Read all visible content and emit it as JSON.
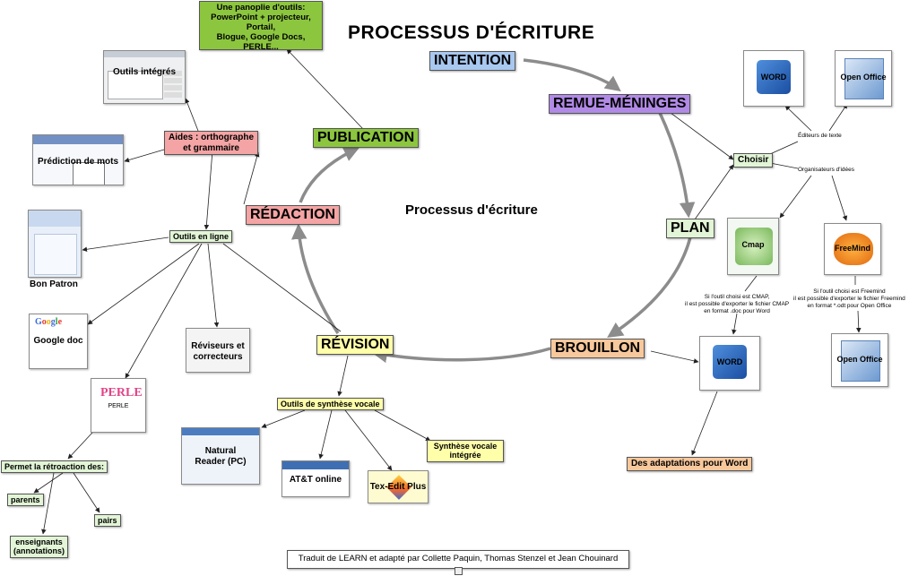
{
  "title": "PROCESSUS D'ÉCRITURE",
  "center_label": "Processus d'écriture",
  "colors": {
    "intention": "#a8c8f0",
    "remue": "#b18ae6",
    "plan": "#e2f5d6",
    "brouillon": "#f7c89c",
    "revision": "#ffffaa",
    "redaction": "#f4a4a4",
    "publication": "#8cc63f",
    "arrow_gray": "#8c8c8c",
    "line": "#222222"
  },
  "stages": {
    "intention": "INTENTION",
    "remue": "REMUE-MÉNINGES",
    "plan": "PLAN",
    "brouillon": "BROUILLON",
    "revision": "RÉVISION",
    "redaction": "RÉDACTION",
    "publication": "PUBLICATION"
  },
  "publication_tools": "Une panoplie d'outils:\nPowerPoint + projecteur,\nPortail,\nBlogue, Google Docs,\nPERLE...",
  "plan_branch": {
    "choisir": "Choisir",
    "editeurs": "Éditeurs de texte",
    "organisateurs": "Organisateurs d'idées",
    "word": "WORD",
    "open_office": "Open Office",
    "cmap": "Cmap",
    "freemind": "FreeMind",
    "note_cmap": "Si l'outil choisi est CMAP,\nil est possible d'exporter le fichier CMAP\nen format .doc pour Word",
    "note_freemind": "Si l'outil choisi est Freemind\nil est possible d'exporter le fichier Freemind\nen format *.odt pour Open Office",
    "word2": "WORD",
    "open_office2": "Open Office"
  },
  "brouillon_branch": {
    "word": "WORD",
    "adaptations": "Des adaptations pour Word"
  },
  "redaction_branch": {
    "aides": "Aides : orthographe\net grammaire",
    "outils_integres": "Outils intégrés",
    "prediction": "Prédiction de mots",
    "outils_en_ligne": "Outils en ligne",
    "bon_patron": "Bon Patron",
    "google_doc": "Google doc",
    "reviseurs": "Réviseurs et\ncorrecteurs",
    "perle": "PERLE",
    "retroaction": "Permet la rétroaction des:",
    "parents": "parents",
    "pairs": "pairs",
    "enseignants": "enseignants\n(annotations)"
  },
  "revision_branch": {
    "synthese": "Outils de synthèse vocale",
    "natural_reader": "Natural\nReader (PC)",
    "att": "AT&T online",
    "texedit": "Tex-Edit Plus",
    "synthese_integree": "Synthèse vocale\nintégrée"
  },
  "footer": "Traduit de LEARN et adapté par Collette Paquin, Thomas Stenzel et Jean Chouinard"
}
